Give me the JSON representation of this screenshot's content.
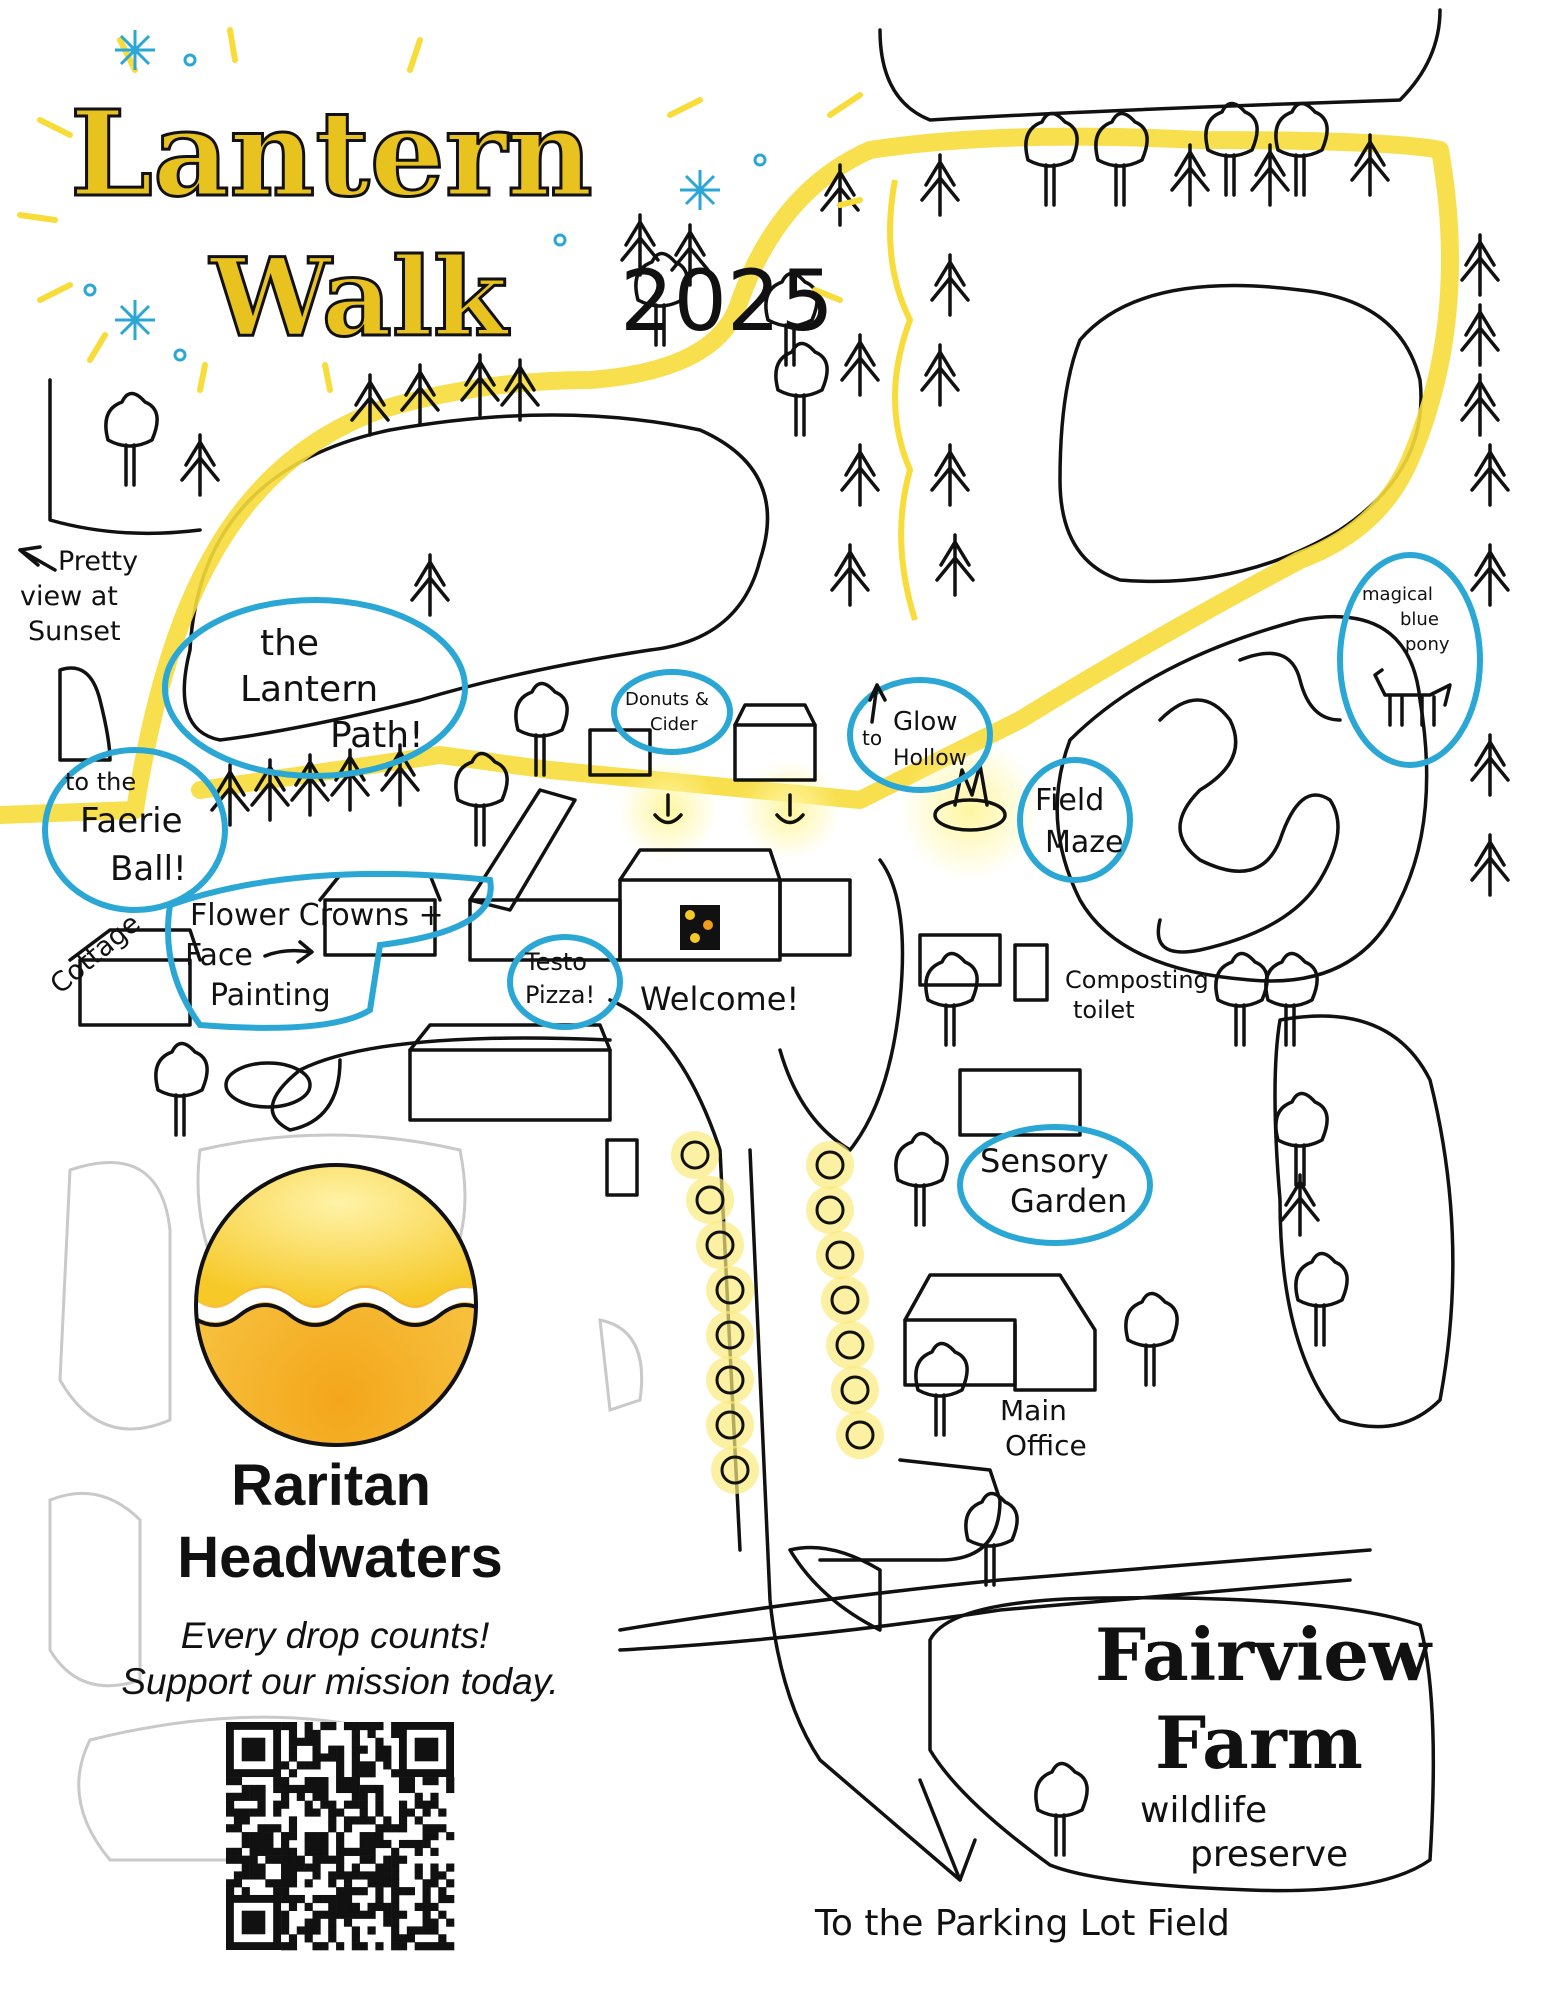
{
  "title": {
    "line1": "Lantern",
    "line2": "Walk",
    "year": "2025"
  },
  "labels": {
    "pretty_view": [
      "Pretty",
      "view at",
      "Sunset"
    ],
    "lantern_path": [
      "the",
      "Lantern",
      "Path!"
    ],
    "faerie_ball": [
      "to the",
      "Faerie",
      "Ball!"
    ],
    "flower_crowns": [
      "Flower Crowns +",
      "Face",
      "Painting"
    ],
    "cottage": "Cottage",
    "testo_pizza": [
      "Testo",
      "Pizza!"
    ],
    "welcome": "Welcome!",
    "donuts_cider": [
      "Donuts &",
      "Cider"
    ],
    "glow_hollow": [
      "to",
      "Glow",
      "Hollow"
    ],
    "field_maze": [
      "Field",
      "Maze"
    ],
    "blue_pony": [
      "magical",
      "blue",
      "pony"
    ],
    "composting_toilet": [
      "Composting",
      "toilet"
    ],
    "sensory_garden": [
      "Sensory",
      "Garden"
    ],
    "main_office": [
      "Main",
      "Office"
    ],
    "fairview_farm": [
      "Fairview",
      "Farm",
      "wildlife",
      "preserve"
    ],
    "parking": "To the Parking Lot Field"
  },
  "sponsor": {
    "name_line1": "Raritan",
    "name_line2": "Headwaters",
    "tagline1": "Every drop counts!",
    "tagline2": "Support our mission today.",
    "qr_icon": "qr-code"
  },
  "colors": {
    "path_yellow": "#f7dc3a",
    "bubble_blue": "#2aa7d4",
    "ink": "#111111",
    "logo_gold": "#f2b21c"
  }
}
